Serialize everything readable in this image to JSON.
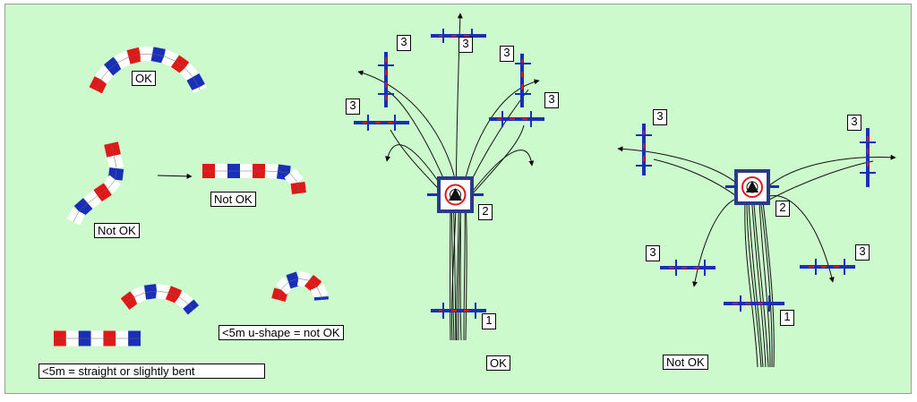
{
  "colors": {
    "background": "#ccfacc",
    "red": "#e01818",
    "blue": "#1a2fb8",
    "white": "#ffffff",
    "frame": "#2a3a8a"
  },
  "left_panel": {
    "ok_label": "OK",
    "not_ok_label_1": "Not OK",
    "not_ok_label_2": "Not OK",
    "straight_label": "<5m = straight or slightly bent",
    "u_shape_label": "<5m u-shape = not OK"
  },
  "middle_diagram": {
    "caption": "OK",
    "numbers": [
      "3",
      "3",
      "3",
      "3",
      "3",
      "2",
      "1"
    ]
  },
  "right_diagram": {
    "caption": "Not OK",
    "numbers": [
      "3",
      "3",
      "3",
      "3",
      "2",
      "1"
    ]
  }
}
